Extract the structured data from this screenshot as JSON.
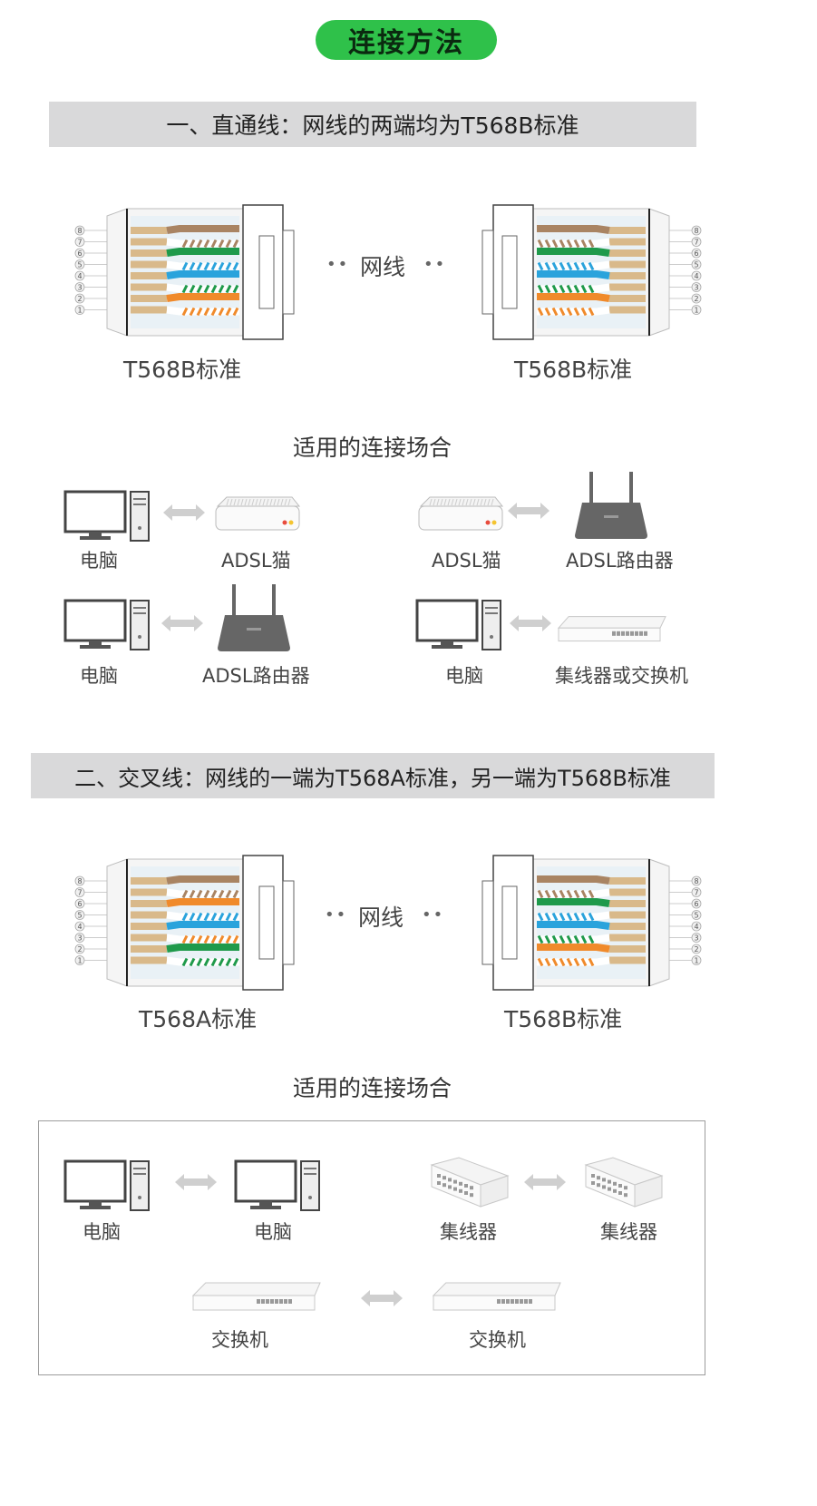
{
  "page_title": "连接方法",
  "sections": {
    "straight": {
      "header": "一、直通线：网线的两端均为T568B标准",
      "cable_label": "网线",
      "left_label": "T568B标准",
      "right_label": "T568B标准",
      "scenario_title": "适用的连接场合",
      "scenarios": [
        {
          "left": "电脑",
          "right": "ADSL猫"
        },
        {
          "left": "ADSL猫",
          "right": "ADSL路由器"
        },
        {
          "left": "电脑",
          "right": "ADSL路由器"
        },
        {
          "left": "电脑",
          "right": "集线器或交换机"
        }
      ]
    },
    "crossover": {
      "header": "二、交叉线：网线的一端为T568A标准，另一端为T568B标准",
      "cable_label": "网线",
      "left_label": "T568A标准",
      "right_label": "T568B标准",
      "scenario_title": "适用的连接场合",
      "scenarios": [
        {
          "left": "电脑",
          "right": "电脑"
        },
        {
          "left": "集线器",
          "right": "集线器"
        },
        {
          "left": "交换机",
          "right": "交换机"
        }
      ]
    }
  },
  "pin_numbers": [
    "1",
    "2",
    "3",
    "4",
    "5",
    "6",
    "7",
    "8"
  ],
  "colors": {
    "accent_green": "#2fc14a",
    "band_gray": "#d9d9da",
    "wire_orange": "#f08a2b",
    "wire_green": "#1f9a4b",
    "wire_blue": "#2aa3dc",
    "wire_brown": "#a98463",
    "wire_copper": "#d9b98a"
  }
}
